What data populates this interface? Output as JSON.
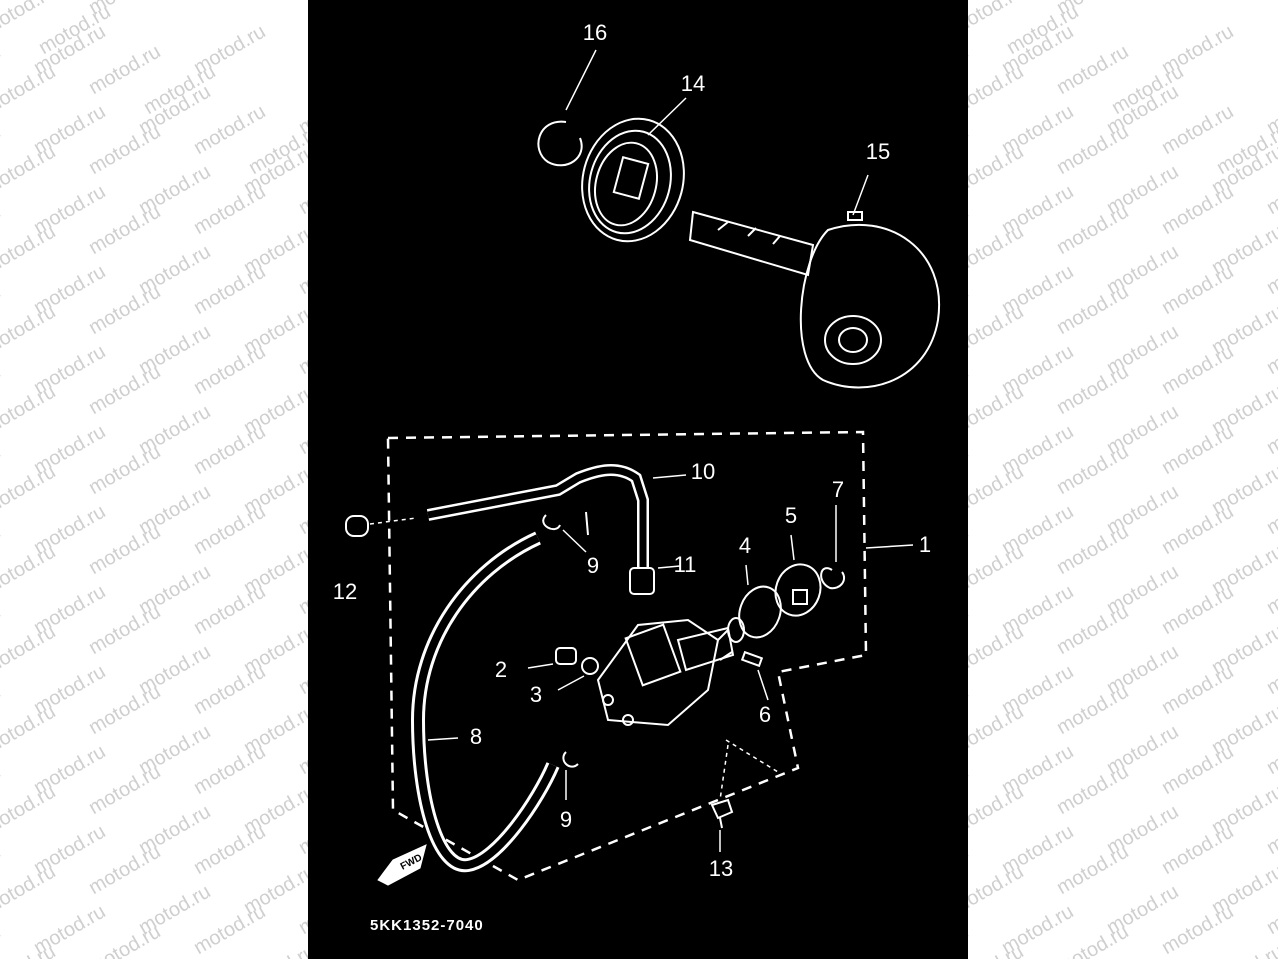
{
  "watermark": {
    "text": "motod.ru"
  },
  "diagram": {
    "part_code": "5KK1352-7040",
    "fwd_label": "FWD",
    "callouts": [
      "1",
      "2",
      "3",
      "4",
      "5",
      "6",
      "7",
      "8",
      "9",
      "9",
      "10",
      "11",
      "12",
      "13",
      "14",
      "15",
      "16"
    ]
  },
  "colors": {
    "background": "#000000",
    "line": "#ffffff",
    "watermark": "#cfcfcf"
  }
}
